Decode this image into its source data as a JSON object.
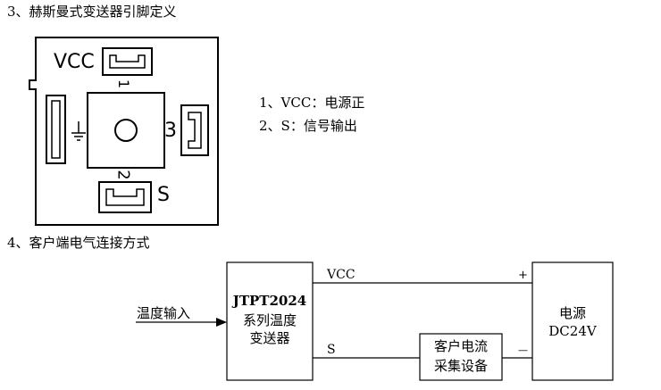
{
  "sections": {
    "pin_title": "3、赫斯曼式变送器引脚定义",
    "wiring_title": "4、客户端电气连接方式"
  },
  "connector": {
    "pin1_label": "VCC",
    "pin1_number": "1",
    "pin2_label": "S",
    "pin2_number": "2",
    "pin3_number": "3"
  },
  "legend": [
    "1、VCC：电源正",
    "2、S：信号输出"
  ],
  "wiring": {
    "input_label": "温度输入",
    "transmitter_model": "JTPT2024",
    "transmitter_line1": "系列温度",
    "transmitter_line2": "变送器",
    "vcc_wire_label": "VCC",
    "s_wire_label": "S",
    "acquisition_line1": "客户电流",
    "acquisition_line2": "采集设备",
    "power_line1": "电源",
    "power_line2": "DC24V",
    "plus_sign": "+",
    "minus_sign": "—"
  }
}
